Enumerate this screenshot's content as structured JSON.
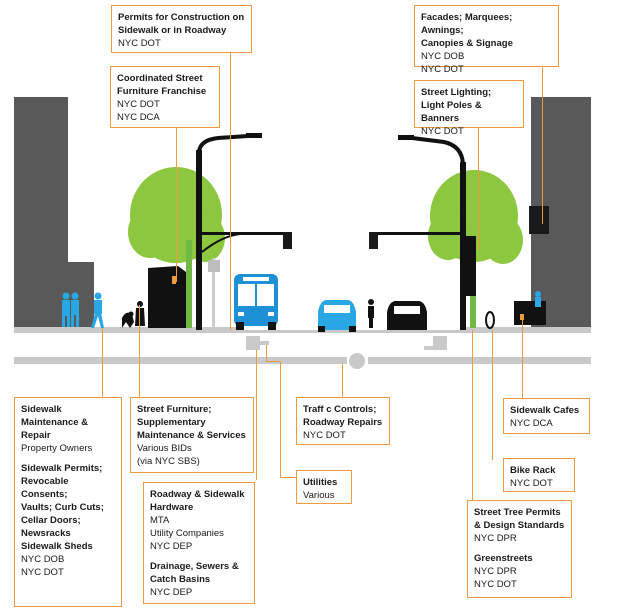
{
  "colors": {
    "orange": "#ee9b3e",
    "building": "#595959",
    "tree": "#8dc63f",
    "trunk": "#71b844",
    "pole": "#111111",
    "bus": "#1e90d6",
    "car_blue": "#29a6e4",
    "ground": "#c9c9c9",
    "dark": "#333333"
  },
  "icons": [
    "building",
    "tree",
    "street-light",
    "traffic-signal",
    "bus",
    "car",
    "bicycle",
    "pedestrian",
    "dog",
    "newsstand",
    "parking-sign",
    "bike-rack",
    "cafe-table",
    "awning-sign",
    "manhole",
    "utility-pipe"
  ],
  "labels": {
    "permits_construction": {
      "title": "Permits for Construction on\nSidewalk or in Roadway",
      "agency": "NYC DOT"
    },
    "street_furniture_franchise": {
      "title": "Coordinated Street\nFurniture Franchise",
      "agency": "NYC DOT\nNYC DCA"
    },
    "facades": {
      "title": "Facades; Marquees; Awnings;\nCanopies & Signage",
      "agency": "NYC DOB\nNYC DOT"
    },
    "street_lighting": {
      "title": "Street Lighting;\nLight Poles & Banners",
      "agency": "NYC DOT"
    },
    "sidewalk_maintenance": {
      "title": "Sidewalk\nMaintenance &\nRepair",
      "agency": "Property Owners",
      "title2": "Sidewalk Permits;\nRevocable Consents;\nVaults; Curb Cuts;\nCellar Doors;\nNewsracks\nSidewalk Sheds",
      "agency2": "NYC DOB\nNYC DOT"
    },
    "street_furniture": {
      "title": "Street Furniture;\nSupplementary\nMaintenance & Services",
      "agency": "Various BIDs\n(via NYC SBS)"
    },
    "roadway_hardware": {
      "title": "Roadway & Sidewalk\nHardware",
      "agency": "MTA\nUtility Companies\nNYC DEP",
      "title2": "Drainage, Sewers &\nCatch Basins",
      "agency2": "NYC DEP"
    },
    "traffic_controls": {
      "title": "Traff c Controls;\nRoadway Repairs",
      "agency": "NYC DOT"
    },
    "utilities": {
      "title": "Utilities",
      "agency": "Various"
    },
    "sidewalk_cafes": {
      "title": "Sidewalk Cafes",
      "agency": "NYC DCA"
    },
    "bike_rack": {
      "title": "Bike Rack",
      "agency": "NYC DOT"
    },
    "street_tree": {
      "title": "Street Tree Permits\n& Design Standards",
      "agency": "NYC DPR",
      "title2": "Greenstreets",
      "agency2": "NYC DPR\nNYC DOT"
    }
  }
}
